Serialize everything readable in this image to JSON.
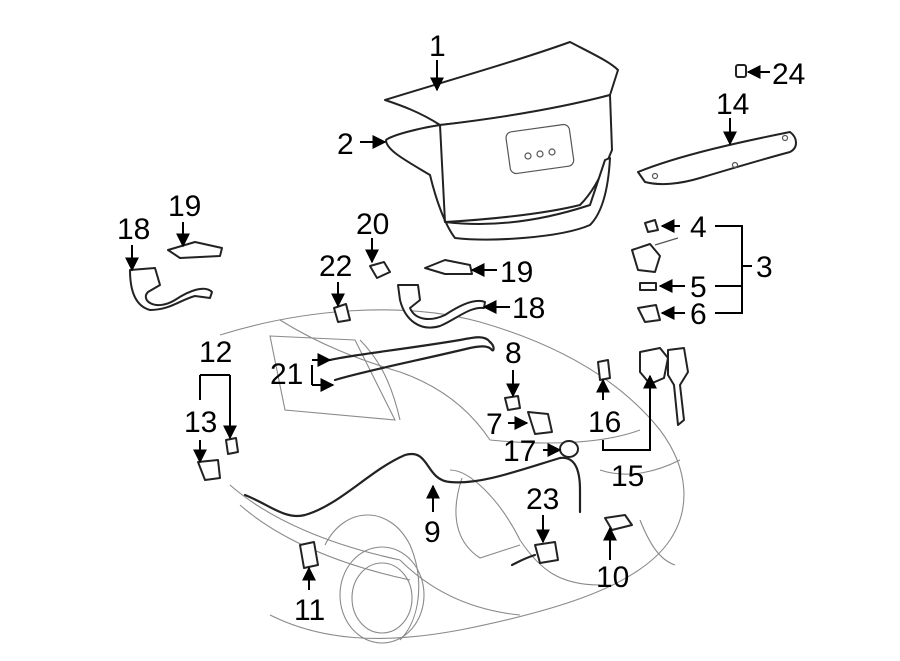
{
  "callouts": {
    "c1": "1",
    "c2": "2",
    "c3": "3",
    "c4": "4",
    "c5": "5",
    "c6": "6",
    "c7": "7",
    "c8": "8",
    "c9": "9",
    "c10": "10",
    "c11": "11",
    "c12": "12",
    "c13": "13",
    "c14": "14",
    "c15": "15",
    "c16": "16",
    "c17": "17",
    "c18a": "18",
    "c18b": "18",
    "c19a": "19",
    "c19b": "19",
    "c20": "20",
    "c21": "21",
    "c22": "22",
    "c23": "23",
    "c24": "24"
  },
  "colors": {
    "line": "#222222",
    "ghost": "#8a8a8a",
    "background": "#ffffff"
  }
}
